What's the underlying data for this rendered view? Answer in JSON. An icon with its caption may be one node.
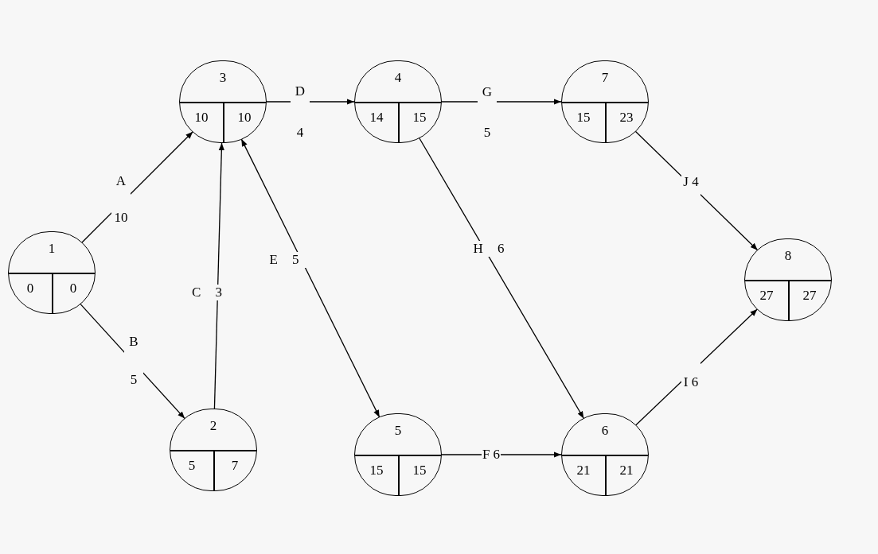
{
  "diagram": {
    "nodes": [
      {
        "text": [
          "1",
          "0",
          "0"
        ]
      },
      {
        "text": [
          "2",
          "5",
          "7"
        ]
      },
      {
        "text": [
          "3",
          "10",
          "10"
        ]
      },
      {
        "text": [
          "4",
          "14",
          "15"
        ]
      },
      {
        "text": [
          "5",
          "15",
          "15"
        ]
      },
      {
        "text": [
          "6",
          "21",
          "21"
        ]
      },
      {
        "text": [
          "7",
          "15",
          "23"
        ]
      },
      {
        "text": [
          "8",
          "27",
          "27"
        ]
      }
    ],
    "edges": [
      {
        "from": 0,
        "to": 2,
        "arrow": "to",
        "label": "A 10"
      },
      {
        "from": 0,
        "to": 1,
        "arrow": "to",
        "label": "B 5"
      },
      {
        "from": 1,
        "to": 2,
        "arrow": "to",
        "label": "C 3"
      },
      {
        "from": 2,
        "to": 3,
        "arrow": "to",
        "label": "D 4"
      },
      {
        "from": 2,
        "to": 4,
        "arrow": "both",
        "label": "E 5"
      },
      {
        "from": 4,
        "to": 5,
        "arrow": "to",
        "label": "F 6"
      },
      {
        "from": 3,
        "to": 6,
        "arrow": "to",
        "label": "G 5"
      },
      {
        "from": 3,
        "to": 5,
        "arrow": "to",
        "label": "H 6"
      },
      {
        "from": 5,
        "to": 7,
        "arrow": "to",
        "label": "I 6"
      },
      {
        "from": 6,
        "to": 7,
        "arrow": "to",
        "label": "J 4"
      }
    ]
  }
}
